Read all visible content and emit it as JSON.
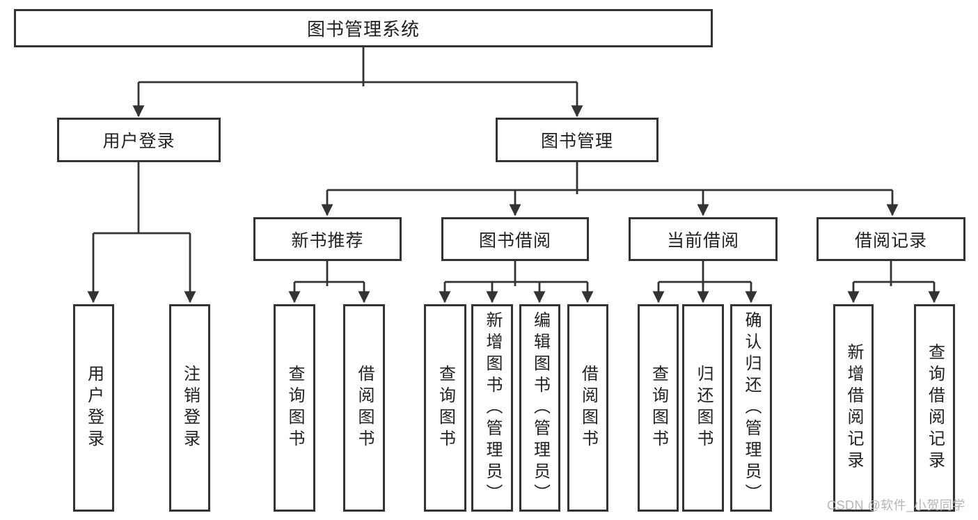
{
  "diagram": {
    "root": {
      "label": "图书管理系统"
    },
    "login": {
      "label": "用户登录",
      "children": [
        "用户登录",
        "注销登录"
      ]
    },
    "management": {
      "label": "图书管理"
    },
    "groups": [
      {
        "label": "新书推荐",
        "children": [
          "查询图书",
          "借阅图书"
        ]
      },
      {
        "label": "图书借阅",
        "children": [
          "查询图书",
          "新增图书（管理员）",
          "编辑图书（管理员）",
          "借阅图书"
        ]
      },
      {
        "label": "当前借阅",
        "children": [
          "查询图书",
          "归还图书",
          "确认归还（管理员）"
        ]
      },
      {
        "label": "借阅记录",
        "children": [
          "新增借阅记录",
          "查询借阅记录"
        ]
      }
    ]
  },
  "watermark": "CSDN @软件_小贺同学",
  "colors": {
    "line": "#333333",
    "box_border": "#333333",
    "text": "#212121",
    "watermark": "#b5b5b5",
    "background": "#ffffff"
  }
}
